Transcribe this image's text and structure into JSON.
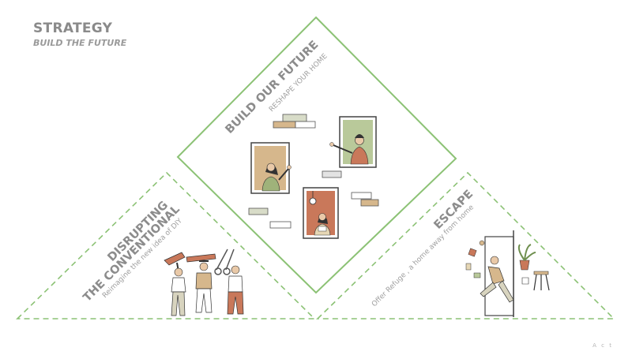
{
  "header": {
    "title": "STRATEGY",
    "subtitle": "BUILD THE FUTURE"
  },
  "sections": {
    "future": {
      "title": "BUILD OUR FUTURE",
      "subtitle": "RESHAPE YOUR HOME"
    },
    "disrupt": {
      "title_line1": "DISRUPTING",
      "title_line2": "THE CONVENTIONAL",
      "subtitle": "Reimagine the new idea of DIY"
    },
    "escape": {
      "title": "ESCAPE",
      "subtitle": "Offer Refuge , a home away from home"
    }
  },
  "colors": {
    "green": "#8cc275",
    "text": "#8c8c8c",
    "terracotta": "#c9785a",
    "sage": "#b9c99a",
    "tan": "#d6b78c"
  },
  "footer": {
    "mark": "A c t"
  }
}
